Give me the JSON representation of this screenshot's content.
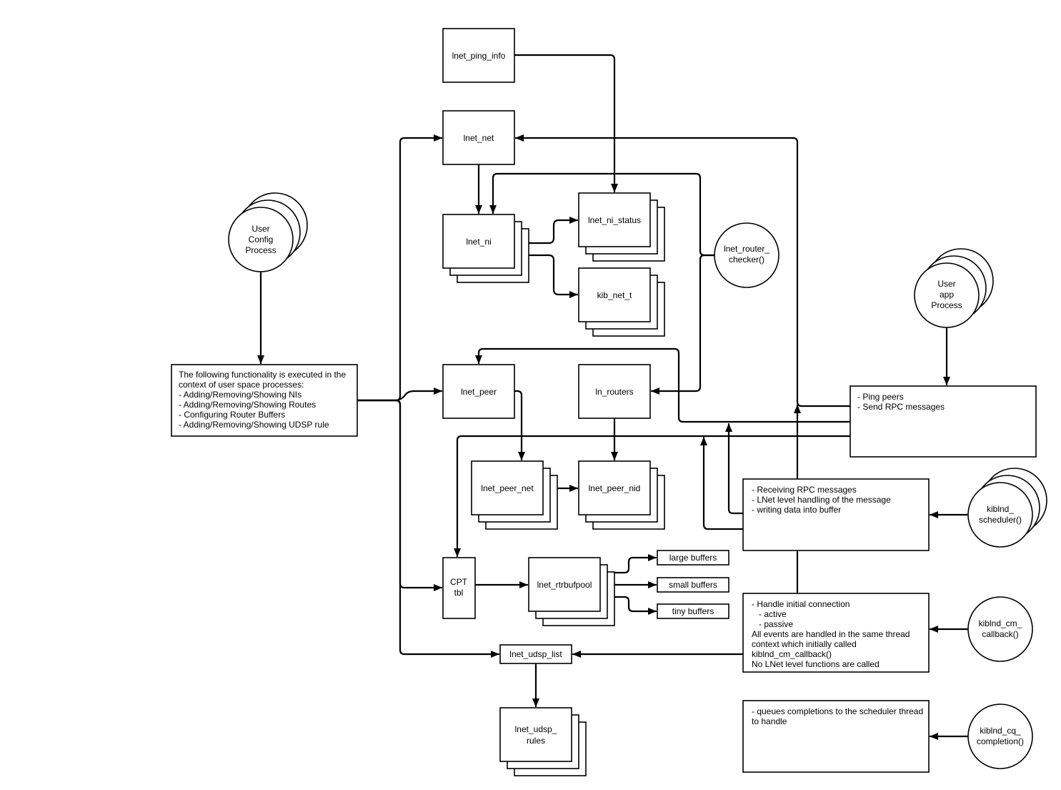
{
  "nodes": {
    "lnet_ping_info": "lnet_ping_info",
    "lnet_net": "lnet_net",
    "lnet_ni": "lnet_ni",
    "lnet_ni_status": "lnet_ni_status",
    "kib_net_t": "kib_net_t",
    "lnet_router_checker": [
      "lnet_router_",
      "checker()"
    ],
    "user_config_process": [
      "User",
      "Config",
      "Process"
    ],
    "user_app_process": [
      "User",
      "app",
      "Process"
    ],
    "lnet_peer": "lnet_peer",
    "ln_routers": "ln_routers",
    "lnet_peer_net": "lnet_peer_net",
    "lnet_peer_nid": "lnet_peer_nid",
    "cpt_tbl": [
      "CPT",
      "tbl"
    ],
    "lnet_rtrbufpool": "lnet_rtrbufpool",
    "large_buffers": "large buffers",
    "small_buffers": "small buffers",
    "tiny_buffers": "tiny buffers",
    "lnet_udsp_list": "lnet_udsp_list",
    "lnet_udsp_rules": [
      "lnet_udsp_",
      "rules"
    ],
    "kiblnd_scheduler": [
      "kiblnd_",
      "scheduler()"
    ],
    "kiblnd_cm_callback": [
      "kiblnd_cm_",
      "callback()"
    ],
    "kiblnd_cq_completion": [
      "kiblnd_cq_",
      "completion()"
    ]
  },
  "notes": {
    "user_space": [
      "The following functionality is executed in the",
      "context of user space processes:",
      "- Adding/Removing/Showing NIs",
      "- Adding/Removing/Showing Routes",
      "- Configuring Router Buffers",
      "- Adding/Removing/Showing UDSP rule"
    ],
    "app_actions": [
      "- Ping peers",
      "- Send RPC messages"
    ],
    "receiving": [
      "- Receiving RPC messages",
      "- LNet level handling of the message",
      "- writing data into buffer"
    ],
    "connection": [
      "- Handle initial connection",
      "   - active",
      "   - passive",
      "All events are handled in the same thread",
      "context which initially called",
      "kiblnd_cm_callback()",
      "No LNet level functions are called"
    ],
    "completions": [
      "- queues completions to the scheduler thread",
      "to handle"
    ]
  }
}
